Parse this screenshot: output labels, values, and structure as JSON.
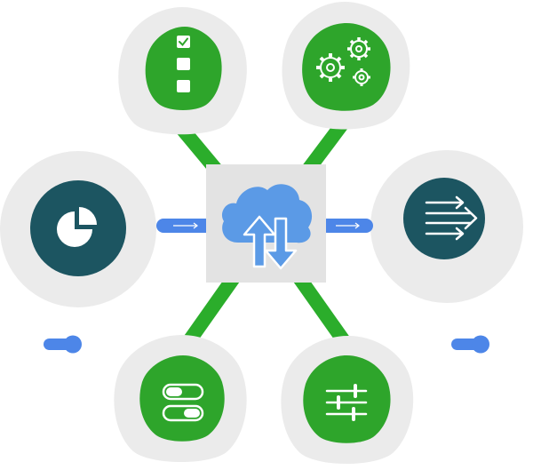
{
  "colors": {
    "green": "#2ea52b",
    "connector_green": "#2bad2b",
    "blob_gray": "#ebebeb",
    "dark_teal": "#1c5561",
    "cloud_blue": "#5b9ae6",
    "hub_gray": "#e3e3e3",
    "accent_blue": "#4d86e8"
  },
  "nodes": [
    {
      "id": "tasks",
      "icon": "checklist-icon"
    },
    {
      "id": "settings",
      "icon": "gears-icon"
    },
    {
      "id": "analytics",
      "icon": "pie-chart-icon"
    },
    {
      "id": "routing",
      "icon": "arrows-merge-icon"
    },
    {
      "id": "toggles",
      "icon": "toggle-switches-icon"
    },
    {
      "id": "controls",
      "icon": "sliders-icon"
    }
  ],
  "hub": {
    "icon": "cloud-sync-icon"
  }
}
